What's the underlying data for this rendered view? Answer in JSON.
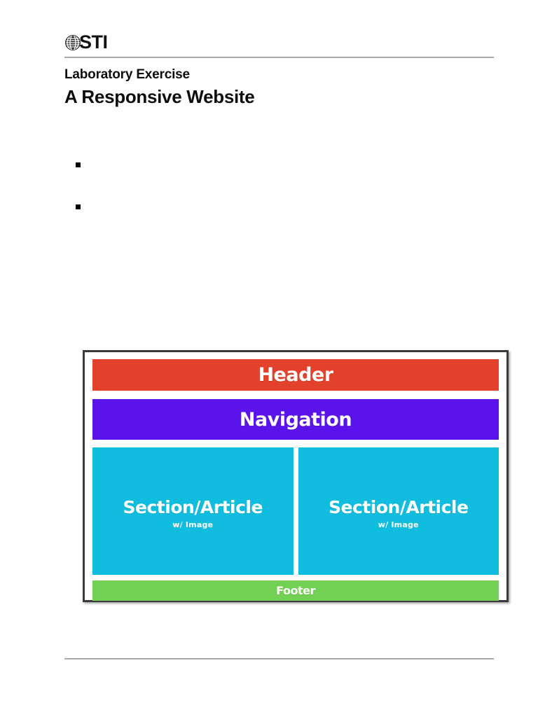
{
  "document": {
    "brand": {
      "logo_icon": "globe-icon",
      "logo_text": "STI"
    },
    "subtitle": "Laboratory Exercise",
    "title": "A Responsive Website",
    "bullets": [
      {
        "marker": "square-bullet",
        "text": ""
      },
      {
        "marker": "square-bullet",
        "text": ""
      }
    ]
  },
  "diagram": {
    "name": "responsive-website-layout-diagram",
    "blocks": {
      "header": {
        "label": "Header",
        "color": "#E2412C"
      },
      "navigation": {
        "label": "Navigation",
        "color": "#5A13EA"
      },
      "section_left": {
        "label": "Section/Article",
        "sublabel": "w/ Image",
        "color": "#10BDDF"
      },
      "section_right": {
        "label": "Section/Article",
        "sublabel": "w/ Image",
        "color": "#10BDDF"
      },
      "footer": {
        "label": "Footer",
        "color": "#72D154"
      }
    },
    "frame_color": "#3B3B3B",
    "background": "#FFFFFF"
  }
}
